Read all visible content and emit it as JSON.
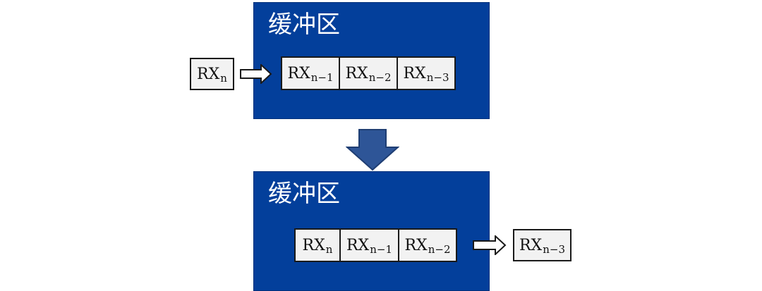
{
  "colors": {
    "buffer_fill": "#033f9b",
    "cell_fill": "#f2f2f2",
    "big_arrow_fill": "#2e5597"
  },
  "top_stage": {
    "title": "缓冲区",
    "incoming": {
      "base": "RX",
      "sub": "n"
    },
    "cells": [
      {
        "base": "RX",
        "sub": "n−1"
      },
      {
        "base": "RX",
        "sub": "n−2"
      },
      {
        "base": "RX",
        "sub": "n−3"
      }
    ]
  },
  "bottom_stage": {
    "title": "缓冲区",
    "cells": [
      {
        "base": "RX",
        "sub": "n"
      },
      {
        "base": "RX",
        "sub": "n−1"
      },
      {
        "base": "RX",
        "sub": "n−2"
      }
    ],
    "outgoing": {
      "base": "RX",
      "sub": "n−3"
    }
  },
  "icons": {
    "input_arrow": "right-arrow-icon",
    "transition_arrow": "down-arrow-icon",
    "output_arrow": "right-arrow-icon"
  }
}
